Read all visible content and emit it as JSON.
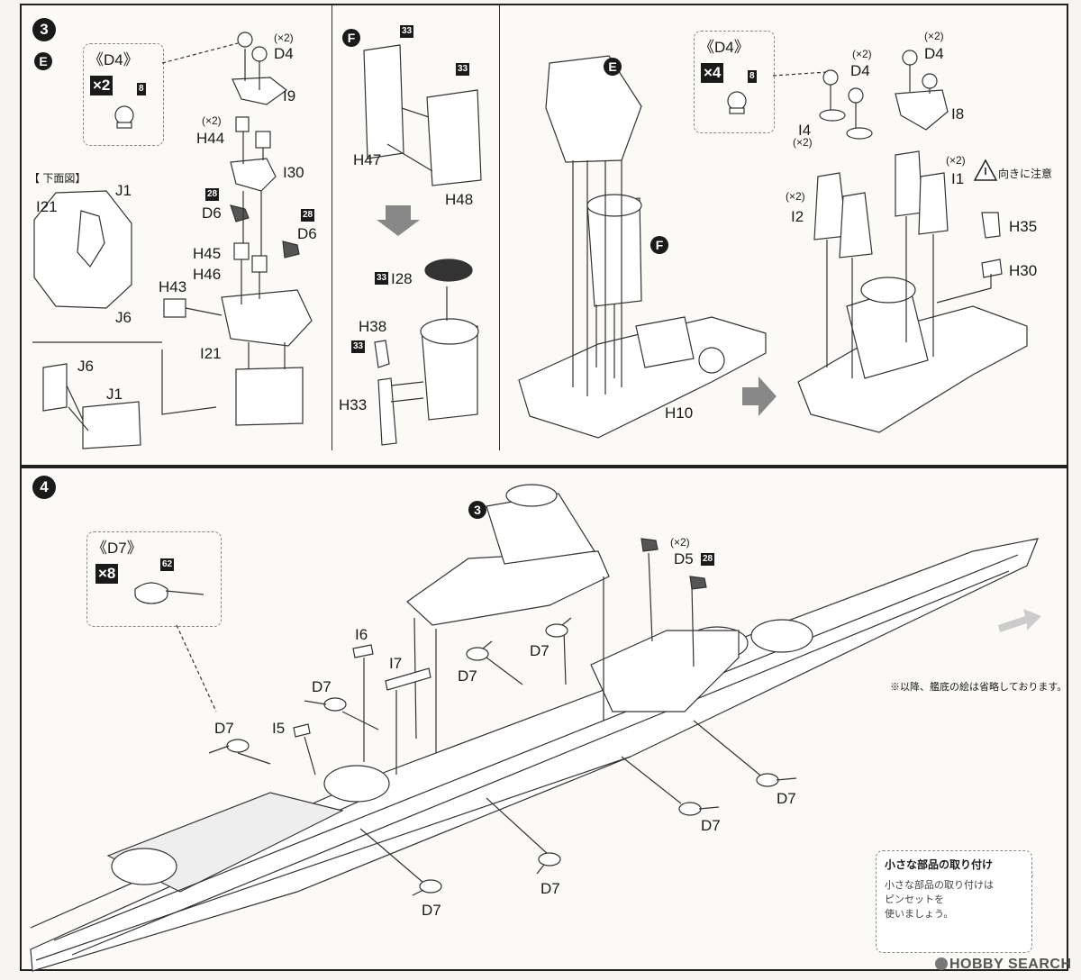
{
  "steps": {
    "step3": {
      "number": "3",
      "e_marker": "E",
      "f_marker": "F",
      "d4_box_title": "《D4》",
      "d4_box_mult": "×2",
      "d4_box_badge": "8",
      "bottom_view_label": "【 下面図】",
      "labels": {
        "x2_d4": "(×2)",
        "D4": "D4",
        "I9": "I9",
        "x2_h44": "(×2)",
        "H44": "H44",
        "I30": "I30",
        "badge28a": "28",
        "D6a": "D6",
        "badge28b": "28",
        "D6b": "D6",
        "H45": "H45",
        "H46": "H46",
        "H43": "H43",
        "I21": "I21",
        "I21b": "I21",
        "J1": "J1",
        "J6": "J6",
        "J6b": "J6",
        "J1b": "J1",
        "badge33a": "33",
        "badge33b": "33",
        "H47": "H47",
        "H48": "H48",
        "badge33c": "33",
        "I28": "I28",
        "H38": "H38",
        "badge33d": "33",
        "H33": "H33",
        "E2": "E",
        "F2": "F",
        "H10": "H10",
        "d4b_title": "《D4》",
        "d4b_mult": "×4",
        "d4b_badge": "8",
        "x2_d4b": "(×2)",
        "D4b": "D4",
        "x2_d4c": "(×2)",
        "D4c": "D4",
        "I8": "I8",
        "I4": "I4",
        "x2_i4": "(×2)",
        "x2_i1": "(×2)",
        "I1": "I1",
        "caution": "向きに注意",
        "x2_i2": "(×2)",
        "I2": "I2",
        "H35": "H35",
        "H30": "H30"
      }
    },
    "step4": {
      "number": "4",
      "sub_marker": "3",
      "d7_box_title": "《D7》",
      "d7_box_mult": "×8",
      "d7_box_badge": "62",
      "labels": {
        "x2_d5": "(×2)",
        "D5": "D5",
        "badge28": "28",
        "I6": "I6",
        "I7": "I7",
        "I5": "I5",
        "D7a": "D7",
        "D7b": "D7",
        "D7c": "D7",
        "D7d": "D7",
        "D7e": "D7",
        "D7f": "D7",
        "D7g": "D7",
        "D7h": "D7"
      },
      "note": "※以降、艦底の絵は省略しております。",
      "tip_title": "小さな部品の取り付け",
      "tip_lines": [
        "小さな部品の取り付けは",
        "ピンセットを",
        "使いましょう。"
      ]
    }
  },
  "watermark": "HOBBY SEARCH"
}
